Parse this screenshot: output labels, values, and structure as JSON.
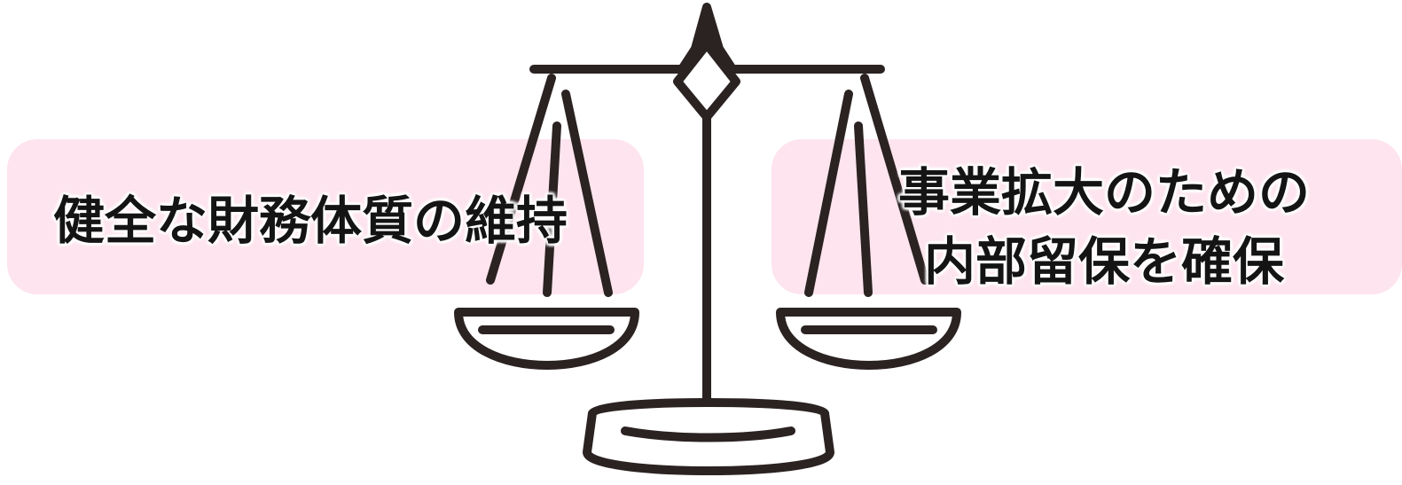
{
  "left_box": {
    "text": "健全な財務体質の維持"
  },
  "right_box": {
    "line1": "事業拡大のための",
    "line2": "内部留保を確保"
  },
  "colors": {
    "pill_background": "#fde4ee",
    "scale_stroke": "#2b2222",
    "text": "#141414"
  },
  "icons": {
    "scale": "balance-scale-icon"
  }
}
